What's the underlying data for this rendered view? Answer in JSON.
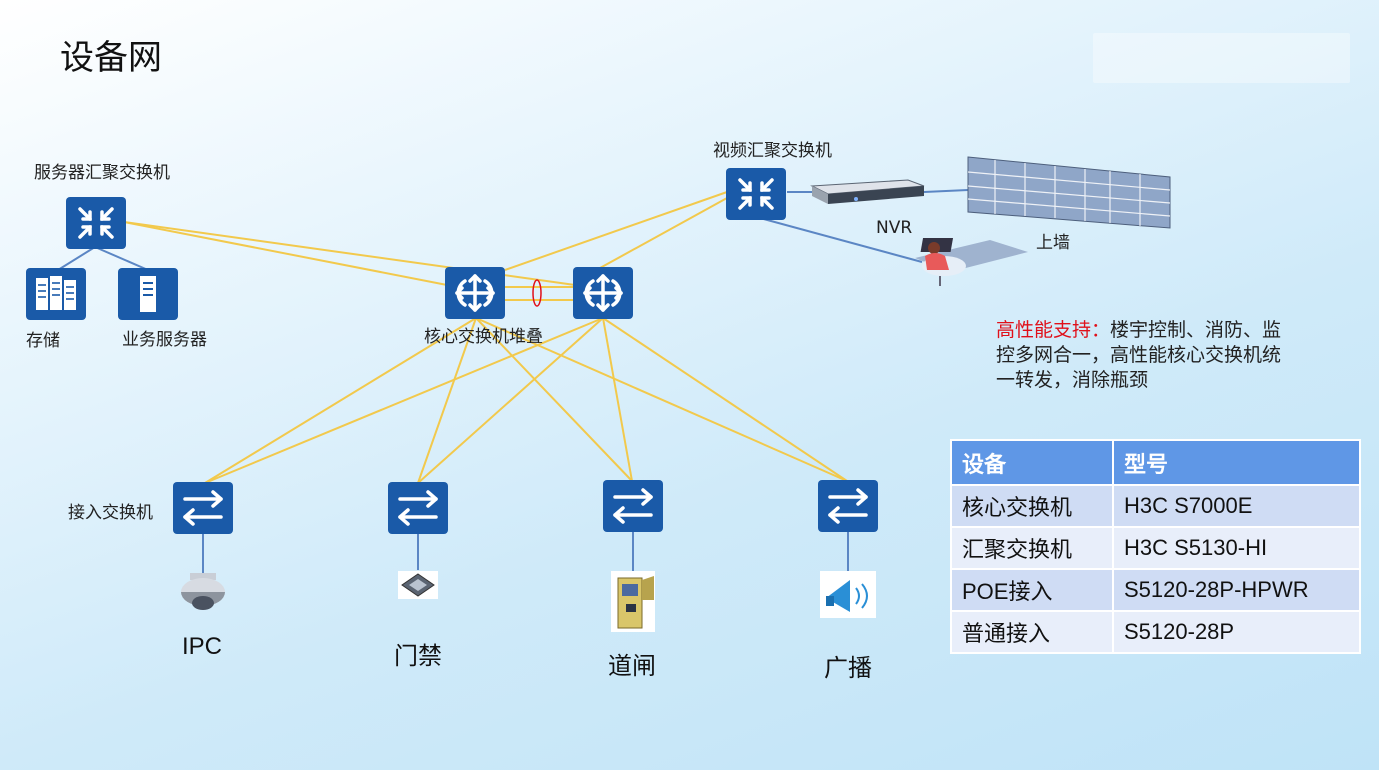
{
  "title": "设备网",
  "nodes": {
    "server_agg": "服务器汇聚交换机",
    "storage": "存储",
    "business_server": "业务服务器",
    "core_stack": "核心交换机堆叠",
    "video_agg": "视频汇聚交换机",
    "nvr": "NVR",
    "wall": "上墙",
    "access_switch": "接入交换机",
    "ipc": "IPC",
    "door": "门禁",
    "gate": "道闸",
    "broadcast": "广播"
  },
  "note": {
    "highlight": "高性能支持：",
    "text": "楼宇控制、消防、监控多网合一，高性能核心交换机统一转发，消除瓶颈"
  },
  "table": {
    "headers": [
      "设备",
      "型号"
    ],
    "rows": [
      [
        "核心交换机",
        "H3C S7000E"
      ],
      [
        "汇聚交换机",
        "H3C S5130-HI"
      ],
      [
        "POE接入",
        "S5120-28P-HPWR"
      ],
      [
        "普通接入",
        "S5120-28P"
      ]
    ]
  },
  "colors": {
    "device_blue": "#1a5aa8",
    "link_yellow": "#f2c94c",
    "header_blue": "#5f97e6",
    "highlight_red": "#e0101a"
  }
}
